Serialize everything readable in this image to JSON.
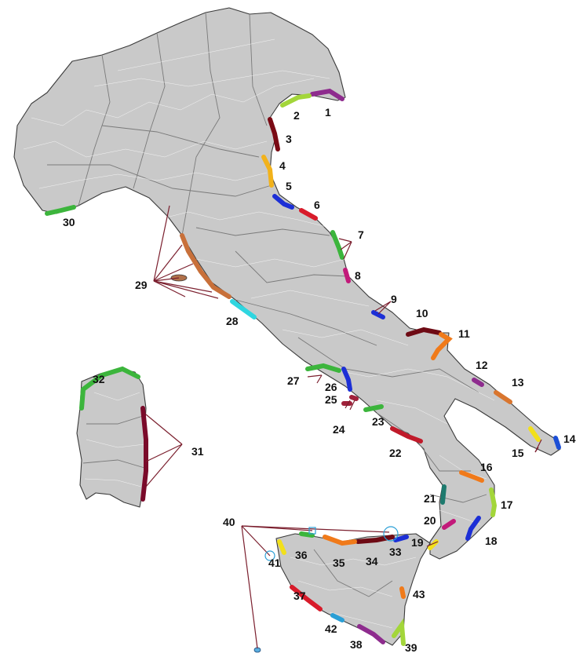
{
  "labels": [
    "1",
    "2",
    "3",
    "4",
    "5",
    "6",
    "7",
    "8",
    "9",
    "10",
    "11",
    "12",
    "13",
    "14",
    "15",
    "16",
    "17",
    "18",
    "19",
    "20",
    "21",
    "22",
    "23",
    "24",
    "25",
    "26",
    "27",
    "28",
    "29",
    "30",
    "31",
    "32",
    "33",
    "34",
    "35",
    "36",
    "37",
    "38",
    "39",
    "40",
    "41",
    "42",
    "43"
  ],
  "coast_colors": {
    "1": "#8e2c8e",
    "2": "#a3d63a",
    "3": "#7a0a14",
    "4": "#f2b21b",
    "5": "#1c2fd6",
    "6": "#d81b2a",
    "7": "#3cb53c",
    "8": "#c21a7a",
    "9": "#1c2fd6",
    "10": "#6e0a14",
    "11": "#f07a1a",
    "12": "#8e2c8e",
    "13": "#d9762f",
    "14": "#1c4fd6",
    "15": "#f2e01b",
    "16": "#f07a1a",
    "17": "#a3d63a",
    "18": "#1c2fd6",
    "19": "#f2e01b",
    "20": "#c21a7a",
    "21": "#1e7a6e",
    "22": "#c01a2a",
    "23": "#3cb53c",
    "24": "#a0203a",
    "25": "#a0203a",
    "26": "#1c2fd6",
    "27": "#3cb53c",
    "28": "#2fd6e0",
    "29": "#c8703a",
    "30": "#3cb53c",
    "31": "#7a0a2a",
    "32": "#3cb53c",
    "33": "#1c2fd6",
    "34": "#6e0a14",
    "35": "#f07a1a",
    "36": "#3cb53c",
    "37": "#d81b2a",
    "38": "#8e2c8e",
    "39": "#a3d63a",
    "40": "#2a9fd6",
    "41": "#f2e01b",
    "42": "#2a9fd6",
    "43": "#f07a1a"
  }
}
